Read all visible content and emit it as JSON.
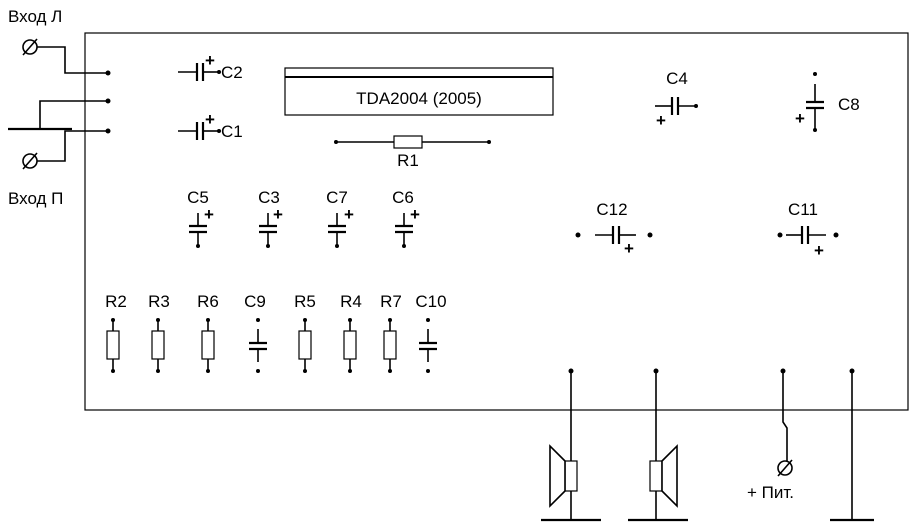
{
  "ic": {
    "label": "TDA2004 (2005)"
  },
  "inputs": {
    "left": "Вход Л",
    "right": "Вход П"
  },
  "power": {
    "label": "+ Пит."
  },
  "components": {
    "c1": "C1",
    "c2": "C2",
    "c3": "C3",
    "c4": "C4",
    "c5": "C5",
    "c6": "C6",
    "c7": "C7",
    "c8": "C8",
    "c9": "C9",
    "c10": "C10",
    "c11": "C11",
    "c12": "C12",
    "r1": "R1",
    "r2": "R2",
    "r3": "R3",
    "r4": "R4",
    "r5": "R5",
    "r6": "R6",
    "r7": "R7"
  },
  "polarity": {
    "plus": "+"
  }
}
